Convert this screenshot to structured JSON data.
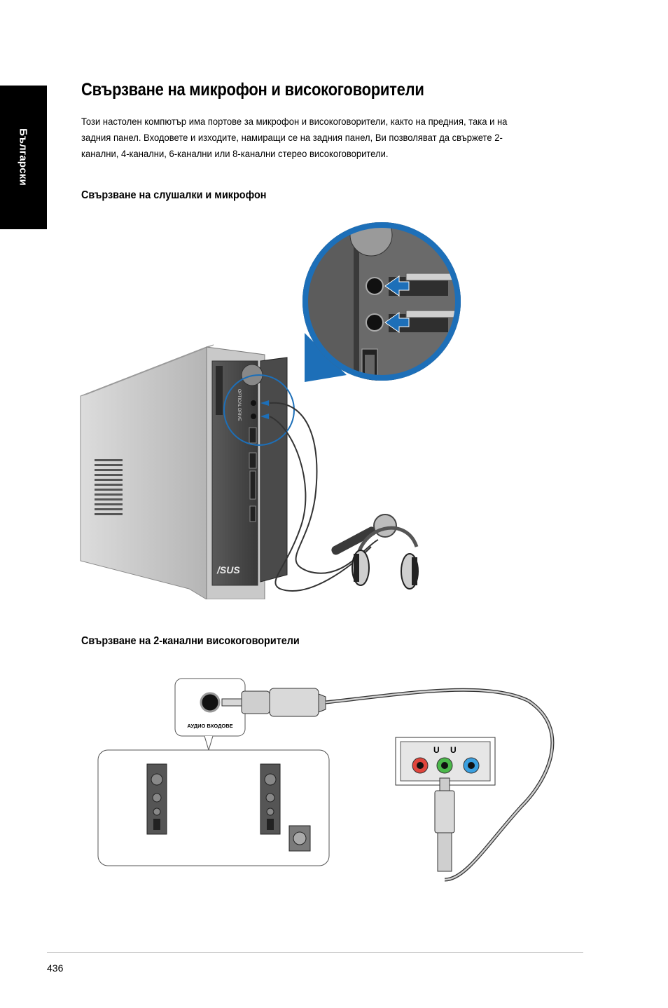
{
  "side_tab": {
    "label": "Български"
  },
  "title": "Свързване на микрофон и високоговорители",
  "intro": "Този настолен компютър има портове за микрофон и високоговорители, както на предния, така и на задния панел. Входовете и изходите, намиращи се на задния панел, Ви позволяват да свържете 2-канални, 4-канални, 6-канални или 8-канални стерео високоговорители.",
  "section1": {
    "heading": "Свързване на слушалки и микрофон",
    "illustration": {
      "brand_logo": "/SUS",
      "drive_label": "OPTICAL DRIVE",
      "icons": [
        "desktop-tower",
        "microphone",
        "headphones",
        "usb-port",
        "blue-arrow"
      ]
    }
  },
  "section2": {
    "heading": "Свързване на 2-канални високоговорители",
    "illustration": {
      "callout_label": "АУДИО ВХОДОВЕ",
      "jack_colors": {
        "pink": "#e0453c",
        "lime": "#4bb84a",
        "blue": "#3aa0e0"
      },
      "icons": [
        "speaker",
        "subwoofer",
        "audio-jack",
        "rca-plug"
      ]
    }
  },
  "footer": {
    "page_number": "436"
  }
}
